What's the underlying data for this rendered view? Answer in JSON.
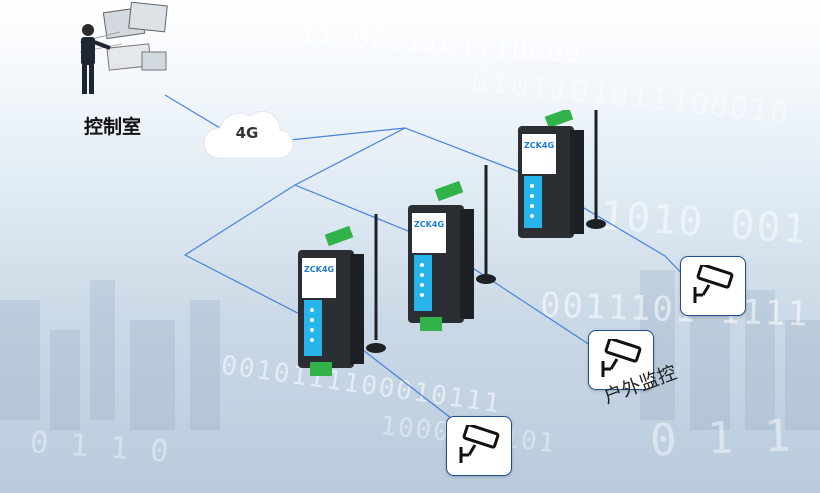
{
  "labels": {
    "control_room": "控制室",
    "network": "4G",
    "outdoor": "户外监控"
  },
  "devices": {
    "router_brand": "ZCK4G",
    "router_count": 3,
    "camera_count": 3
  },
  "icons": {
    "operator": "person-at-computer-icon",
    "cloud": "cloud-icon",
    "router": "industrial-4g-router-icon",
    "camera": "security-camera-icon"
  },
  "colors": {
    "link_line": "#2f6fd6",
    "camera_border": "#1f4e92",
    "router_body": "#2b2f33",
    "router_terminal": "#32b34a",
    "router_led": "#27b4ea"
  }
}
